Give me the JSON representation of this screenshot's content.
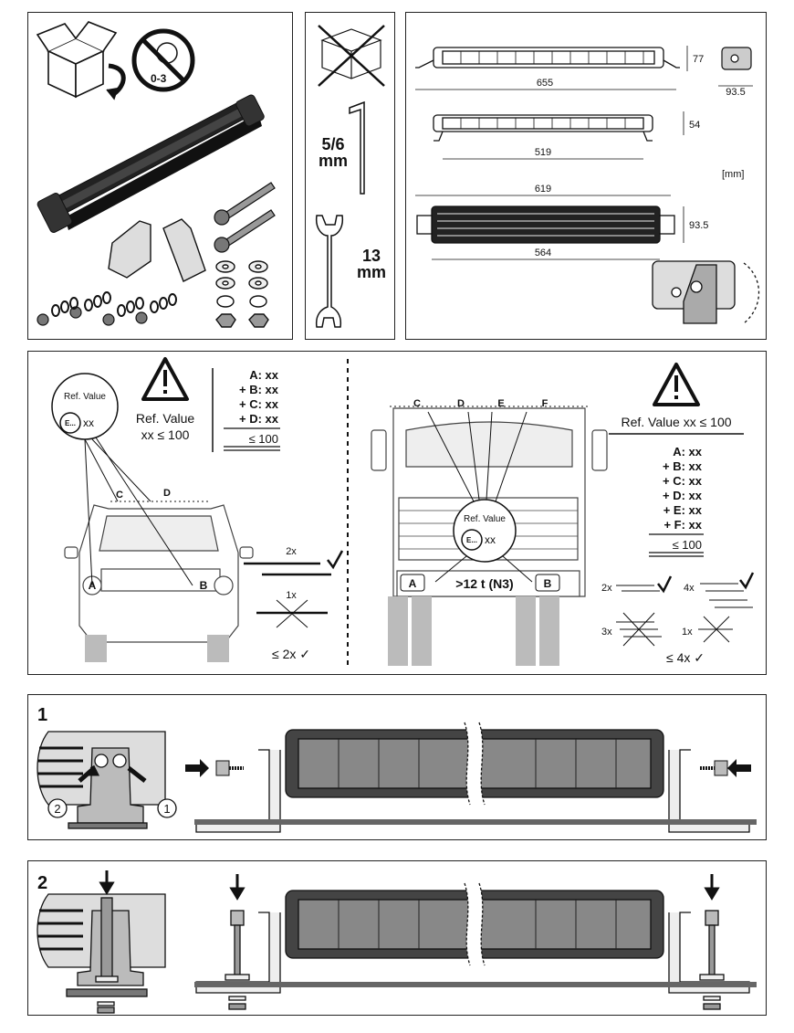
{
  "contents": {
    "age_warning": "0-3",
    "hex_key_size": "5/6",
    "hex_key_unit": "mm",
    "wrench_size": "13",
    "wrench_unit": "mm"
  },
  "dimensions": {
    "length_long": "655",
    "height_long": "77",
    "depth_side": "93.5",
    "height_short": "54",
    "length_short": "519",
    "unit": "[mm]",
    "total_width_front": "619",
    "inner_width_front": "564",
    "height_front": "93.5"
  },
  "regulation_car": {
    "ref_value_circle": "Ref. Value",
    "e_mark": "E...",
    "e_value": "xx",
    "warn_ref_value": "Ref. Value",
    "warn_limit": "xx ≤ 100",
    "sum_lines": [
      "A: xx",
      "+ B: xx",
      "+ C: xx",
      "+ D: xx"
    ],
    "sum_total": "≤ 100",
    "labels": [
      "A",
      "B",
      "C",
      "D"
    ],
    "allowed_count": "2x",
    "forbidden_count": "1x",
    "max_count": "≤ 2x ✓"
  },
  "regulation_truck": {
    "warn_line": "Ref. Value xx ≤ 100",
    "sum_lines": [
      "A: xx",
      "+ B: xx",
      "+ C: xx",
      "+ D: xx",
      "+ E: xx",
      "+ F: xx"
    ],
    "sum_total": "≤ 100",
    "labels": [
      "A",
      "B",
      "C",
      "D",
      "E",
      "F"
    ],
    "ref_value_circle": "Ref. Value",
    "e_mark": "E...",
    "e_value": "xx",
    "weight_class": ">12 t (N3)",
    "count_ok_2": "2x",
    "count_ok_4": "4x",
    "count_bad_3": "3x",
    "count_bad_1": "1x",
    "max_count": "≤ 4x ✓"
  },
  "steps": {
    "step1": "1",
    "step2": "2",
    "callout_2": "2",
    "callout_1": "1"
  }
}
